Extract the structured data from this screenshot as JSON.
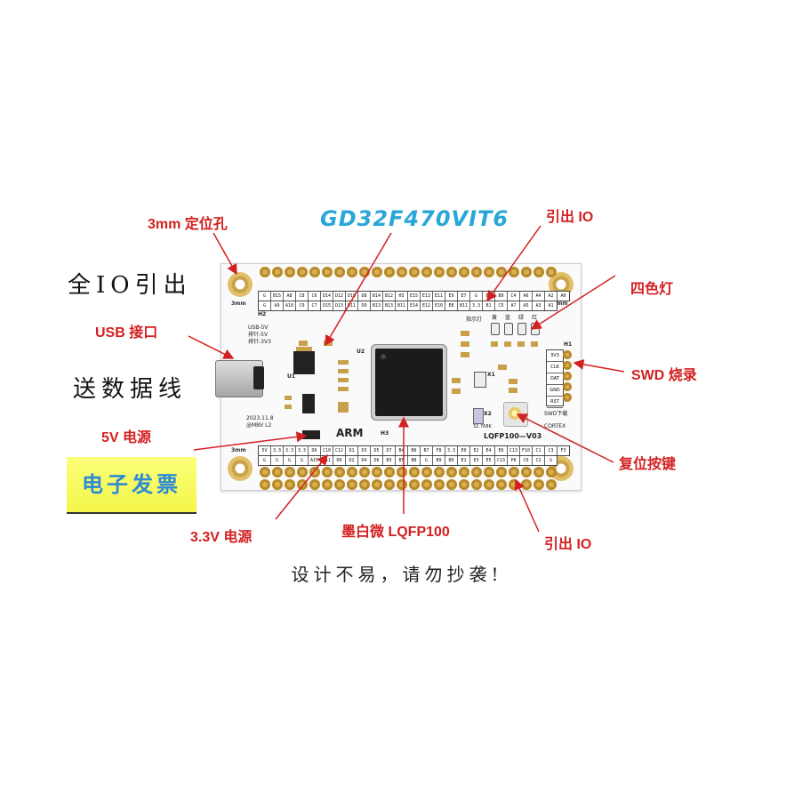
{
  "labels": {
    "mount_hole": "3mm 定位孔",
    "chip_name": "GD32F470VIT6",
    "io_out_top": "引出 IO",
    "io_out_bottom": "引出 IO",
    "all_io": "全IO引出",
    "four_led": "四色灯",
    "usb": "USB 接口",
    "data_line": "送数据线",
    "swd": "SWD 烧录",
    "power5v": "5V 电源",
    "reset": "复位按键",
    "invoice": "电子发票",
    "power33": "3.3V 电源",
    "package": "墨白微 LQFP100",
    "footer": "设计不易，请勿抄袭!"
  },
  "pcb": {
    "hole_label": "3mm",
    "header_top": "H2",
    "header_bottom": "H3",
    "top_row1": [
      "G",
      "B15",
      "A8",
      "C8",
      "C6",
      "D14",
      "D12",
      "D10",
      "D8",
      "B14",
      "B12",
      "H3",
      "E15",
      "E13",
      "E11",
      "E9",
      "E7",
      "G",
      "B2",
      "B0",
      "C4",
      "A6",
      "A4",
      "A2",
      "A0"
    ],
    "top_row2": [
      "G",
      "A9",
      "A10",
      "C9",
      "C7",
      "D15",
      "D13",
      "D11",
      "D9",
      "B13",
      "B13",
      "B11",
      "E14",
      "E12",
      "E10",
      "E8",
      "B11",
      "3.3",
      "B1",
      "C5",
      "A7",
      "A5",
      "A3",
      "A1"
    ],
    "bot_row1": [
      "5V",
      "3.3",
      "3.3",
      "3.3",
      "D6",
      "C10",
      "C12",
      "D1",
      "D3",
      "D5",
      "D7",
      "B4",
      "B6",
      "B7",
      "F8",
      "3.3",
      "E0",
      "E2",
      "E4",
      "E6",
      "C13",
      "F10",
      "C1",
      "C3",
      "F3"
    ],
    "bot_row2": [
      "G",
      "G",
      "G",
      "G",
      "A15",
      "C11",
      "D0",
      "D2",
      "D4",
      "D6",
      "B3",
      "B5",
      "B8",
      "G",
      "B9",
      "B9",
      "E1",
      "E3",
      "E5",
      "C13",
      "P8",
      "C0",
      "C2",
      "G"
    ],
    "usb_note": [
      "USB-5V",
      "排针-5V",
      "排针-3V3"
    ],
    "date_note": [
      "2023.11.8",
      "@MBV L2"
    ],
    "arm_logo": "ARM",
    "board_name": "LQFP100—V03",
    "swd_pins": [
      "3V3",
      "CLK",
      "DAT",
      "GND",
      "RST"
    ],
    "swd_caption": "SWD下载",
    "cortex": "CORTEX",
    "led_colors": [
      "黄",
      "蓝",
      "绿",
      "红"
    ],
    "led_caption": "指示灯",
    "crystal": "32.768K",
    "h1": "H1",
    "x1": "X1",
    "x2": "X2",
    "u1": "U1",
    "u2": "U2",
    "arm_color": "#222222"
  },
  "colors": {
    "callout": "#d42020",
    "chip_name": "#2aa7d8",
    "invoice_bg": "#f4f64a",
    "invoice_text": "#2d8ad6",
    "pin_gold": "#d8b050",
    "arrow": "#d42020"
  }
}
